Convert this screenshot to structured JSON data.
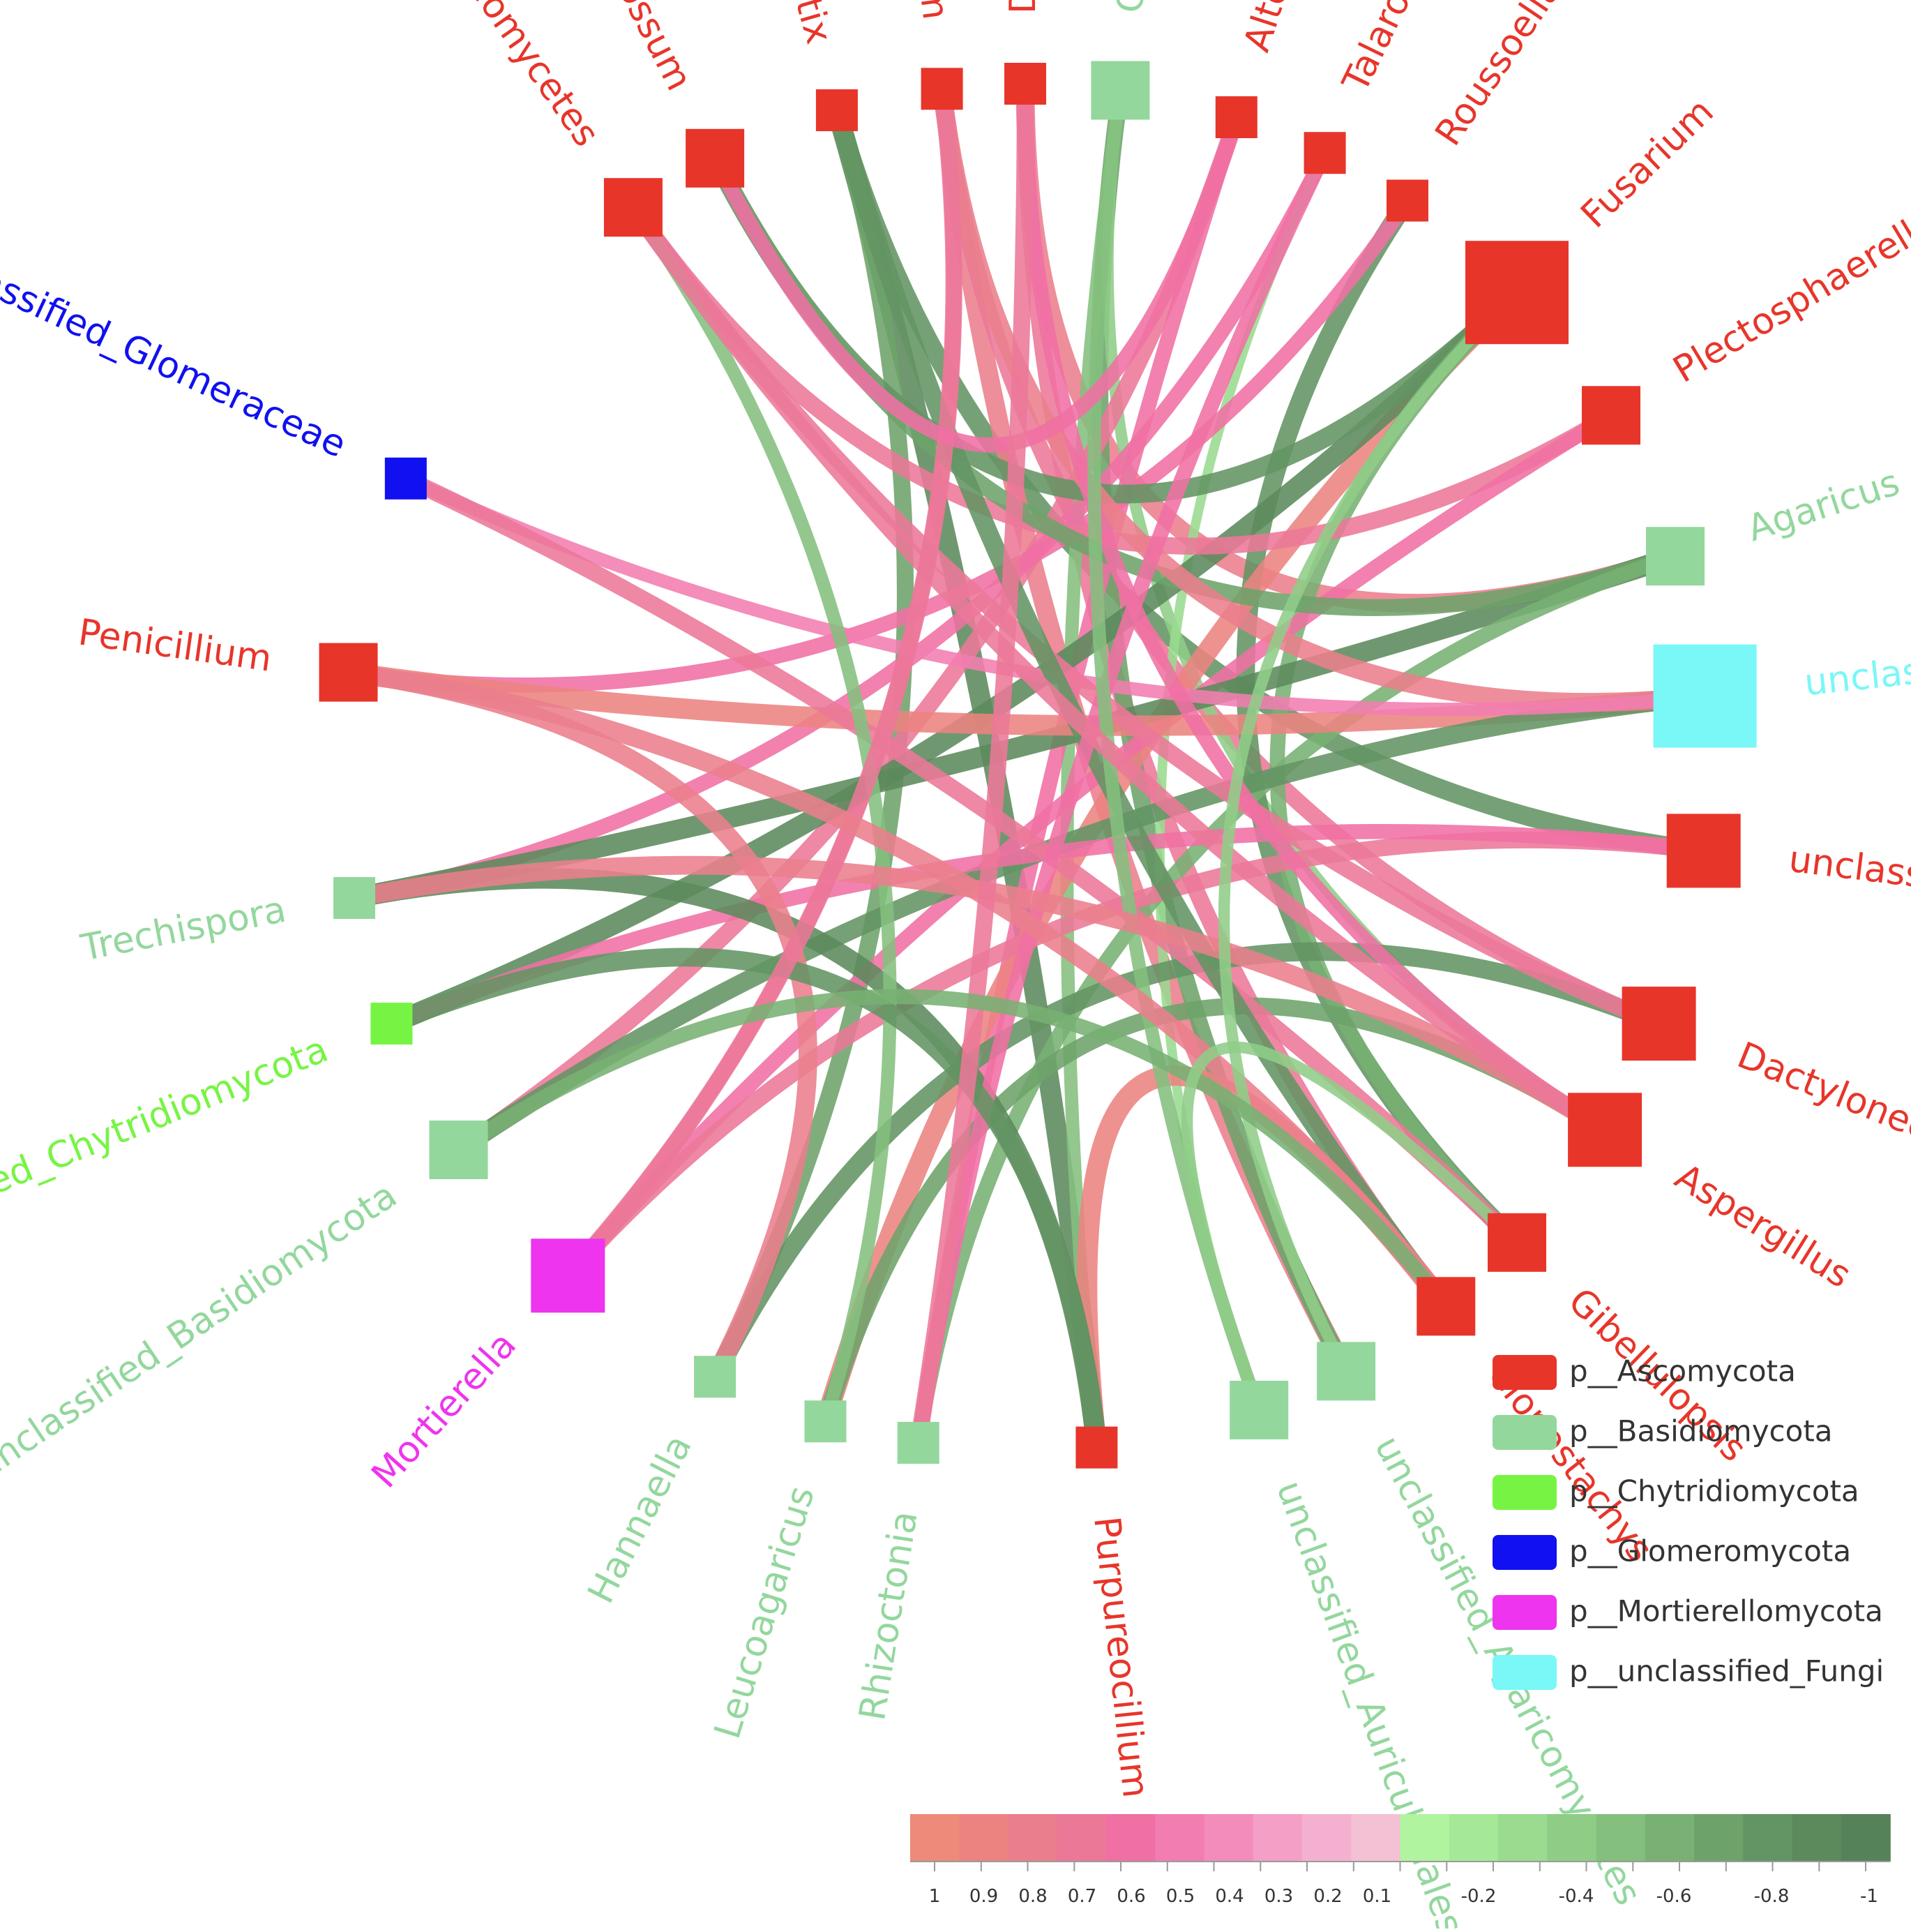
{
  "phylum_colors": {
    "p__Ascomycota": "#e8352a",
    "p__Basidiomycota": "#93d79d",
    "p__Chytridiomycota": "#77f443",
    "p__Glomeromycota": "#1010f0",
    "p__Mortierellomycota": "#ee34ee",
    "p__unclassified_Fungi": "#7af7f7"
  },
  "nodes": [
    {
      "id": "unclassified_Sordariomycetes",
      "label": "unclassified_Sordariomycetes",
      "phylum": "p__Ascomycota",
      "size": "medium"
    },
    {
      "id": "Geoglossum",
      "label": "Geoglossum",
      "phylum": "p__Ascomycota",
      "size": "medium"
    },
    {
      "id": "Gliomastix",
      "label": "Gliomastix",
      "phylum": "p__Ascomycota",
      "size": "small"
    },
    {
      "id": "Chloridium",
      "label": "Chloridium",
      "phylum": "p__Ascomycota",
      "size": "small"
    },
    {
      "id": "Didymella",
      "label": "Didymella",
      "phylum": "p__Ascomycota",
      "size": "small"
    },
    {
      "id": "Conocybe",
      "label": "Conocybe",
      "phylum": "p__Basidiomycota",
      "size": "medium"
    },
    {
      "id": "Alternaria",
      "label": "Alternaria",
      "phylum": "p__Ascomycota",
      "size": "small"
    },
    {
      "id": "Talaromyces",
      "label": "Talaromyces",
      "phylum": "p__Ascomycota",
      "size": "small"
    },
    {
      "id": "Roussoella",
      "label": "Roussoella",
      "phylum": "p__Ascomycota",
      "size": "small"
    },
    {
      "id": "Fusarium",
      "label": "Fusarium",
      "phylum": "p__Ascomycota",
      "size": "xlarge"
    },
    {
      "id": "Plectosphaerella",
      "label": "Plectosphaerella",
      "phylum": "p__Ascomycota",
      "size": "medium"
    },
    {
      "id": "Agaricus",
      "label": "Agaricus",
      "phylum": "p__Basidiomycota",
      "size": "medium"
    },
    {
      "id": "unclassified_Fungi",
      "label": "unclassified_Fungi",
      "phylum": "p__unclassified_Fungi",
      "size": "xlarge"
    },
    {
      "id": "unclassified_Ascomycota",
      "label": "unclassified_Ascomycota",
      "phylum": "p__Ascomycota",
      "size": "large"
    },
    {
      "id": "Dactylonectria",
      "label": "Dactylonectria",
      "phylum": "p__Ascomycota",
      "size": "large"
    },
    {
      "id": "Aspergillus",
      "label": "Aspergillus",
      "phylum": "p__Ascomycota",
      "size": "large"
    },
    {
      "id": "Gibellulopsis",
      "label": "Gibellulopsis",
      "phylum": "p__Ascomycota",
      "size": "medium"
    },
    {
      "id": "Clonostachys",
      "label": "Clonostachys",
      "phylum": "p__Ascomycota",
      "size": "medium"
    },
    {
      "id": "unclassified_Agaricomycetes",
      "label": "unclassified_Agaricomycetes",
      "phylum": "p__Basidiomycota",
      "size": "medium"
    },
    {
      "id": "unclassified_Auriculariales",
      "label": "unclassified_Auriculariales",
      "phylum": "p__Basidiomycota",
      "size": "medium"
    },
    {
      "id": "Purpureocillium",
      "label": "Purpureocillium",
      "phylum": "p__Ascomycota",
      "size": "small"
    },
    {
      "id": "Rhizoctonia",
      "label": "Rhizoctonia",
      "phylum": "p__Basidiomycota",
      "size": "small"
    },
    {
      "id": "Leucoagaricus",
      "label": "Leucoagaricus",
      "phylum": "p__Basidiomycota",
      "size": "small"
    },
    {
      "id": "Hannaella",
      "label": "Hannaella",
      "phylum": "p__Basidiomycota",
      "size": "small"
    },
    {
      "id": "Mortierella",
      "label": "Mortierella",
      "phylum": "p__Mortierellomycota",
      "size": "large"
    },
    {
      "id": "unclassified_Basidiomycota",
      "label": "unclassified_Basidiomycota",
      "phylum": "p__Basidiomycota",
      "size": "medium"
    },
    {
      "id": "unclassified_Chytridiomycota",
      "label": "unclassified_Chytridiomycota",
      "phylum": "p__Chytridiomycota",
      "size": "small"
    },
    {
      "id": "Trechispora",
      "label": "Trechispora",
      "phylum": "p__Basidiomycota",
      "size": "small"
    },
    {
      "id": "Penicillium",
      "label": "Penicillium",
      "phylum": "p__Ascomycota",
      "size": "medium"
    },
    {
      "id": "unclassified_Glomeraceae",
      "label": "unclassified_Glomeraceae",
      "phylum": "p__Glomeromycota",
      "size": "small"
    }
  ],
  "edges": [
    {
      "source": "Gliomastix",
      "target": "Purpureocillium",
      "corr": -0.9
    },
    {
      "source": "Gliomastix",
      "target": "unclassified_Ascomycota",
      "corr": -0.8
    },
    {
      "source": "Gliomastix",
      "target": "Hannaella",
      "corr": -0.7
    },
    {
      "source": "Chloridium",
      "target": "unclassified_Agaricomycetes",
      "corr": 0.8
    },
    {
      "source": "Chloridium",
      "target": "Dactylonectria",
      "corr": 0.7
    },
    {
      "source": "Chloridium",
      "target": "Mortierella",
      "corr": 0.6
    },
    {
      "source": "Didymella",
      "target": "Agaricus",
      "corr": 0.8
    },
    {
      "source": "Didymella",
      "target": "Clonostachys",
      "corr": 0.7
    },
    {
      "source": "Conocybe",
      "target": "unclassified_Agaricomycetes",
      "corr": -0.7
    },
    {
      "source": "Conocybe",
      "target": "Purpureocillium",
      "corr": -0.5
    },
    {
      "source": "Conocybe",
      "target": "Aspergillus",
      "corr": -0.4
    },
    {
      "source": "Alternaria",
      "target": "unclassified_Basidiomycota",
      "corr": 0.7
    },
    {
      "source": "Alternaria",
      "target": "Rhizoctonia",
      "corr": 0.6
    },
    {
      "source": "Talaromyces",
      "target": "Trechispora",
      "corr": 0.6
    },
    {
      "source": "Talaromyces",
      "target": "unclassified_Auriculariales",
      "corr": -0.3
    },
    {
      "source": "Roussoella",
      "target": "Gibellulopsis",
      "corr": -0.8
    },
    {
      "source": "Roussoella",
      "target": "Penicillium",
      "corr": 0.6
    },
    {
      "source": "Fusarium",
      "target": "Leucoagaricus",
      "corr": 0.9
    },
    {
      "source": "Fusarium",
      "target": "unclassified_Chytridiomycota",
      "corr": -0.9
    },
    {
      "source": "Fusarium",
      "target": "Geoglossum",
      "corr": -0.8
    },
    {
      "source": "Fusarium",
      "target": "Gibellulopsis",
      "corr": -0.6
    },
    {
      "source": "Plectosphaerella",
      "target": "unclassified_Sordariomycetes",
      "corr": 0.7
    },
    {
      "source": "Plectosphaerella",
      "target": "Mortierella",
      "corr": 0.6
    },
    {
      "source": "Agaricus",
      "target": "Trechispora",
      "corr": -0.9
    },
    {
      "source": "Agaricus",
      "target": "Geoglossum",
      "corr": -0.7
    },
    {
      "source": "Agaricus",
      "target": "Rhizoctonia",
      "corr": -0.6
    },
    {
      "source": "unclassified_Fungi",
      "target": "Penicillium",
      "corr": 0.9
    },
    {
      "source": "unclassified_Fungi",
      "target": "unclassified_Basidiomycota",
      "corr": -0.8
    },
    {
      "source": "unclassified_Fungi",
      "target": "Chloridium",
      "corr": 0.8
    },
    {
      "source": "unclassified_Fungi",
      "target": "unclassified_Glomeraceae",
      "corr": 0.5
    },
    {
      "source": "unclassified_Ascomycota",
      "target": "Mortierella",
      "corr": 0.7
    },
    {
      "source": "unclassified_Ascomycota",
      "target": "unclassified_Chytridiomycota",
      "corr": 0.6
    },
    {
      "source": "Dactylonectria",
      "target": "Hannaella",
      "corr": -0.8
    },
    {
      "source": "Dactylonectria",
      "target": "unclassified_Sordariomycetes",
      "corr": 0.7
    },
    {
      "source": "Aspergillus",
      "target": "Leucoagaricus",
      "corr": -0.7
    },
    {
      "source": "Aspergillus",
      "target": "Didymella",
      "corr": 0.6
    },
    {
      "source": "Gibellulopsis",
      "target": "unclassified_Glomeraceae",
      "corr": 0.7
    },
    {
      "source": "Clonostachys",
      "target": "Gliomastix",
      "corr": -0.8
    },
    {
      "source": "Clonostachys",
      "target": "Purpureocillium",
      "corr": 0.9
    },
    {
      "source": "Purpureocillium",
      "target": "Trechispora",
      "corr": -0.9
    },
    {
      "source": "Hannaella",
      "target": "Penicillium",
      "corr": 0.8
    },
    {
      "source": "Rhizoctonia",
      "target": "Talaromyces",
      "corr": 0.6
    },
    {
      "source": "Leucoagaricus",
      "target": "unclassified_Sordariomycetes",
      "corr": -0.5
    },
    {
      "source": "unclassified_Auriculariales",
      "target": "Conocybe",
      "corr": -0.5
    },
    {
      "source": "unclassified_Chytridiomycota",
      "target": "Purpureocillium",
      "corr": -0.8
    },
    {
      "source": "Trechispora",
      "target": "Aspergillus",
      "corr": 0.8
    },
    {
      "source": "Mortierella",
      "target": "Chloridium",
      "corr": 0.7
    },
    {
      "source": "Geoglossum",
      "target": "Alternaria",
      "corr": 0.6
    },
    {
      "source": "unclassified_Sordariomycetes",
      "target": "Aspergillus",
      "corr": 0.7
    },
    {
      "source": "Penicillium",
      "target": "Clonostachys",
      "corr": 0.8
    },
    {
      "source": "Didymella",
      "target": "Rhizoctonia",
      "corr": 0.7
    },
    {
      "source": "unclassified_Agaricomycetes",
      "target": "Fusarium",
      "corr": -0.4
    },
    {
      "source": "unclassified_Basidiomycota",
      "target": "Clonostachys",
      "corr": -0.6
    },
    {
      "source": "Gibellulopsis",
      "target": "unclassified_Auriculariales",
      "corr": -0.4
    }
  ],
  "legend": [
    {
      "label": "p__Ascomycota",
      "color": "#e8352a"
    },
    {
      "label": "p__Basidiomycota",
      "color": "#93d79d"
    },
    {
      "label": "p__Chytridiomycota",
      "color": "#77f443"
    },
    {
      "label": "p__Glomeromycota",
      "color": "#1010f0"
    },
    {
      "label": "p__Mortierellomycota",
      "color": "#ee34ee"
    },
    {
      "label": "p__unclassified_Fungi",
      "color": "#7af7f7"
    }
  ],
  "colorbar": {
    "ticks": [
      "1",
      "0.9",
      "0.8",
      "0.7",
      "0.6",
      "0.5",
      "0.4",
      "0.3",
      "0.2",
      "0.1",
      "-0.2",
      "-0.4",
      "-0.6",
      "-0.8",
      "-1"
    ],
    "positive_colors": [
      "#ee8a7a",
      "#ec8381",
      "#ea7e8c",
      "#ec7898",
      "#f070a4",
      "#f27db0",
      "#f38cbb",
      "#f49fc6",
      "#f4b1cf",
      "#f4c1d4"
    ],
    "negative_colors": [
      "#b0f4a0",
      "#a5e898",
      "#9adb90",
      "#8fcd87",
      "#84bf7e",
      "#78b173",
      "#6da36a",
      "#639463",
      "#5c8a5c",
      "#56825a"
    ]
  }
}
